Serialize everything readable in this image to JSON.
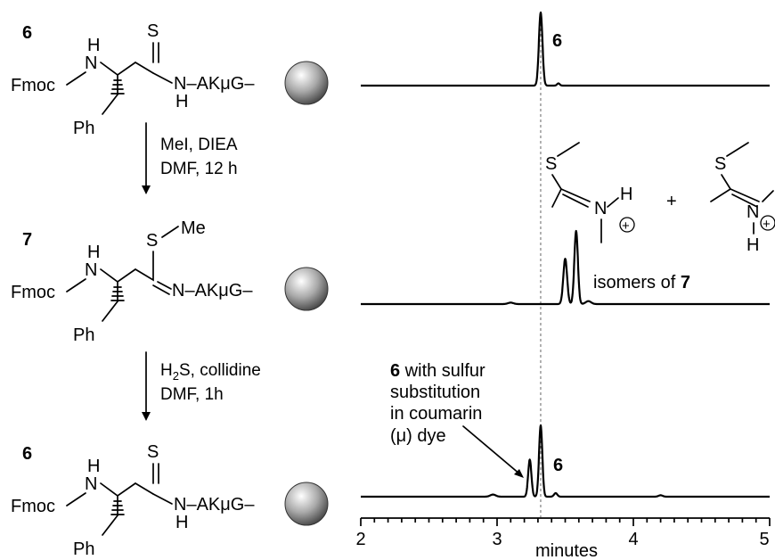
{
  "scheme": {
    "labels": {
      "fmoc": "Fmoc",
      "ph": "Ph",
      "h": "H",
      "n": "N",
      "s": "S",
      "me": "Me",
      "tail_nh": "N–AKμG–",
      "tail_n": "N–AKμG–"
    },
    "compounds": [
      {
        "id": "6"
      },
      {
        "id": "7"
      },
      {
        "id": "6"
      }
    ],
    "steps": [
      {
        "line1": "MeI, DIEA",
        "line2": "DMF, 12 h"
      },
      {
        "line1": "H2S, collidine",
        "line2": "DMF, 1h"
      }
    ]
  },
  "isomer_structures": {
    "s": "S",
    "n": "N",
    "h": "H",
    "charge": "+",
    "plus": "+"
  },
  "annotations": {
    "top_peak": "6",
    "middle_isomers_text": "isomers of ",
    "middle_isomers_num": "7",
    "bottom_peak": "6",
    "sulfur_note_num": "6",
    "sulfur_note_l1": " with sulfur",
    "sulfur_note_l2": "substitution",
    "sulfur_note_l3": "in coumarin",
    "sulfur_note_l4": "(μ) dye"
  },
  "chart_data": {
    "type": "line",
    "xlabel": "minutes",
    "xlim": [
      2,
      5
    ],
    "xticks": [
      2,
      3,
      4,
      5
    ],
    "x_minor_step": 0.1,
    "reference_line_x": 3.32,
    "series": [
      {
        "baseline": 0,
        "peaks": [
          {
            "x": 3.32,
            "h": 1.0,
            "w": 0.013
          },
          {
            "x": 3.45,
            "h": 0.03,
            "w": 0.01
          }
        ]
      },
      {
        "baseline": 0,
        "peaks": [
          {
            "x": 3.5,
            "h": 0.62,
            "w": 0.014
          },
          {
            "x": 3.58,
            "h": 1.0,
            "w": 0.013
          },
          {
            "x": 3.67,
            "h": 0.04,
            "w": 0.02
          },
          {
            "x": 3.1,
            "h": 0.02,
            "w": 0.02
          }
        ]
      },
      {
        "baseline": 0,
        "peaks": [
          {
            "x": 3.24,
            "h": 0.52,
            "w": 0.012
          },
          {
            "x": 3.32,
            "h": 1.0,
            "w": 0.012
          },
          {
            "x": 3.43,
            "h": 0.05,
            "w": 0.012
          },
          {
            "x": 2.97,
            "h": 0.03,
            "w": 0.02
          },
          {
            "x": 4.2,
            "h": 0.02,
            "w": 0.015
          }
        ]
      }
    ]
  }
}
